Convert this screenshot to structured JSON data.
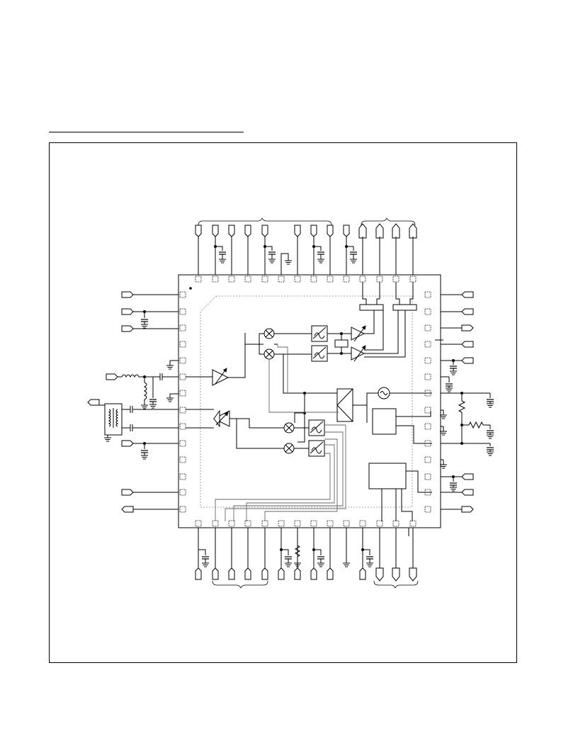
{
  "figure": {
    "kind": "block-diagram",
    "caption": "",
    "colors": {
      "line": "#000000",
      "internal_signal": "#666666",
      "internal_boundary": "#888888"
    }
  },
  "pins": {
    "top_count": 14,
    "bottom_count": 14,
    "left_count": 14,
    "right_count": 14
  },
  "blocks": [
    {
      "name": "low-noise-amplifier",
      "label": ""
    },
    {
      "name": "receive-mixer-i",
      "label": ""
    },
    {
      "name": "receive-mixer-q",
      "label": ""
    },
    {
      "name": "receive-filter-i",
      "label": ""
    },
    {
      "name": "receive-filter-q",
      "label": ""
    },
    {
      "name": "receive-vga-i",
      "label": ""
    },
    {
      "name": "receive-vga-q",
      "label": ""
    },
    {
      "name": "power-amplifier",
      "label": ""
    },
    {
      "name": "transmit-mixer-i",
      "label": ""
    },
    {
      "name": "transmit-mixer-q",
      "label": ""
    },
    {
      "name": "transmit-filter-i",
      "label": ""
    },
    {
      "name": "transmit-filter-q",
      "label": ""
    },
    {
      "name": "quadrature-splitter",
      "label": ""
    },
    {
      "name": "oscillator",
      "label": ""
    },
    {
      "name": "pll-block",
      "label": ""
    },
    {
      "name": "control-block",
      "label": ""
    },
    {
      "name": "balun-transformer",
      "label": ""
    }
  ]
}
